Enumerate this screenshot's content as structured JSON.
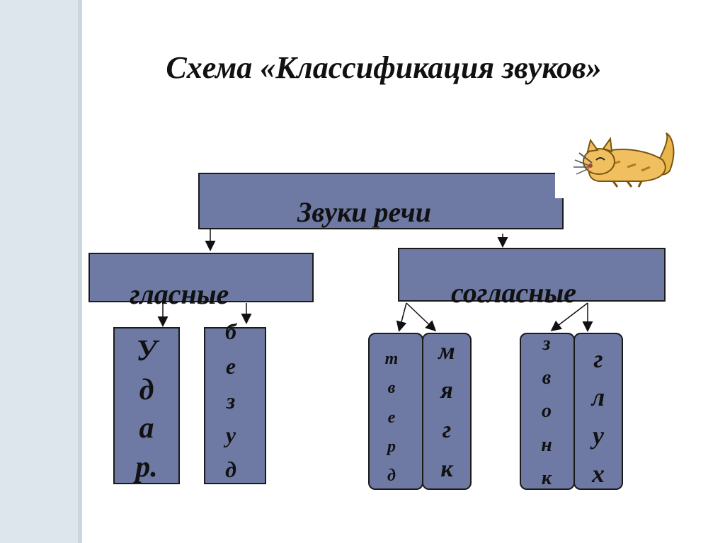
{
  "title": "Схема «Классификация звуков»",
  "root": "Звуки речи",
  "vowels": {
    "label": "гласные",
    "stressed": [
      "У",
      "д",
      "а",
      "р."
    ],
    "unstressed": [
      "б",
      "е",
      "з",
      "у",
      "д"
    ]
  },
  "consonants": {
    "label": "согласные",
    "hard": [
      "т",
      "в",
      "е",
      "р",
      "д"
    ],
    "soft": [
      "м",
      "я",
      "г",
      "к"
    ],
    "voiced": [
      "з",
      "в",
      "о",
      "н",
      "к"
    ],
    "voiceless": [
      "г",
      "л",
      "у",
      "х"
    ]
  },
  "colors": {
    "box": "#6e7aa3",
    "sidebar": "#dde6ec"
  },
  "icons": [
    "cat-icon"
  ]
}
